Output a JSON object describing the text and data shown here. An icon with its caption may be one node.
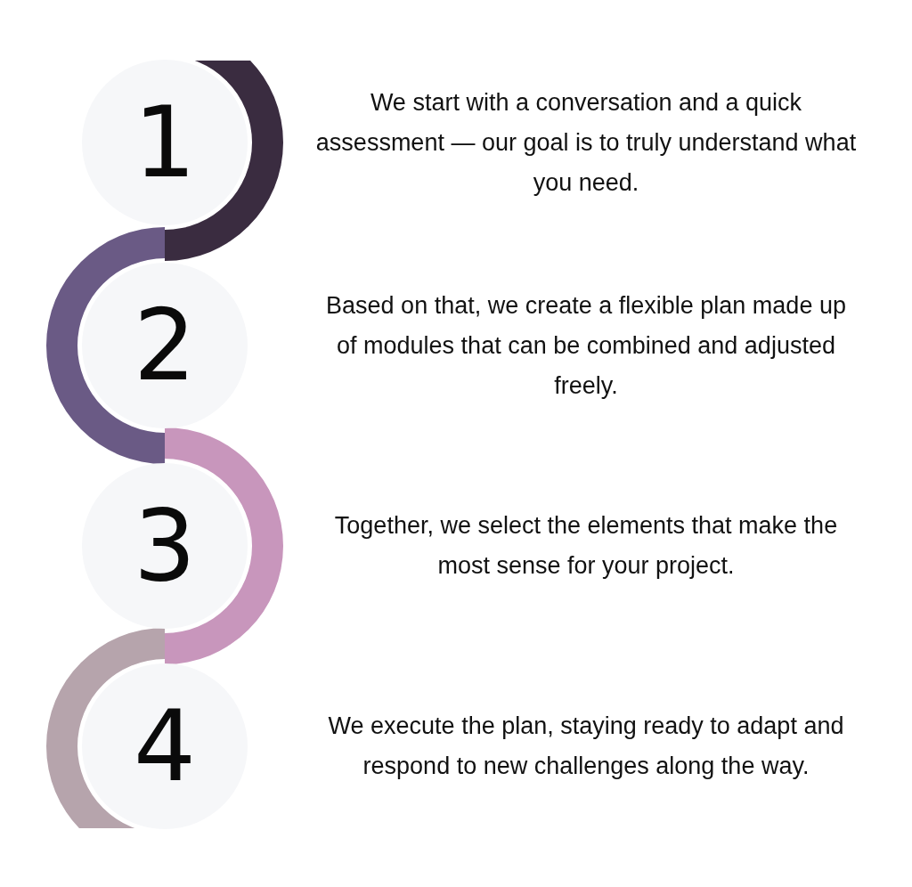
{
  "diagram": {
    "nodes": [
      {
        "text": [
          "1"
        ],
        "beside": [
          "We start with a conversation and a quick assessment — our goal is to truly understand what you need."
        ]
      },
      {
        "text": [
          "2"
        ],
        "beside": [
          "Based on that, we create a flexible plan made up of modules that can be combined and adjusted freely."
        ]
      },
      {
        "text": [
          "3"
        ],
        "beside": [
          "Together, we select the elements that make the most sense for your project."
        ]
      },
      {
        "text": [
          "4"
        ],
        "beside": [
          "We execute the plan, staying ready to adapt and respond to new challenges along the way."
        ]
      }
    ]
  }
}
